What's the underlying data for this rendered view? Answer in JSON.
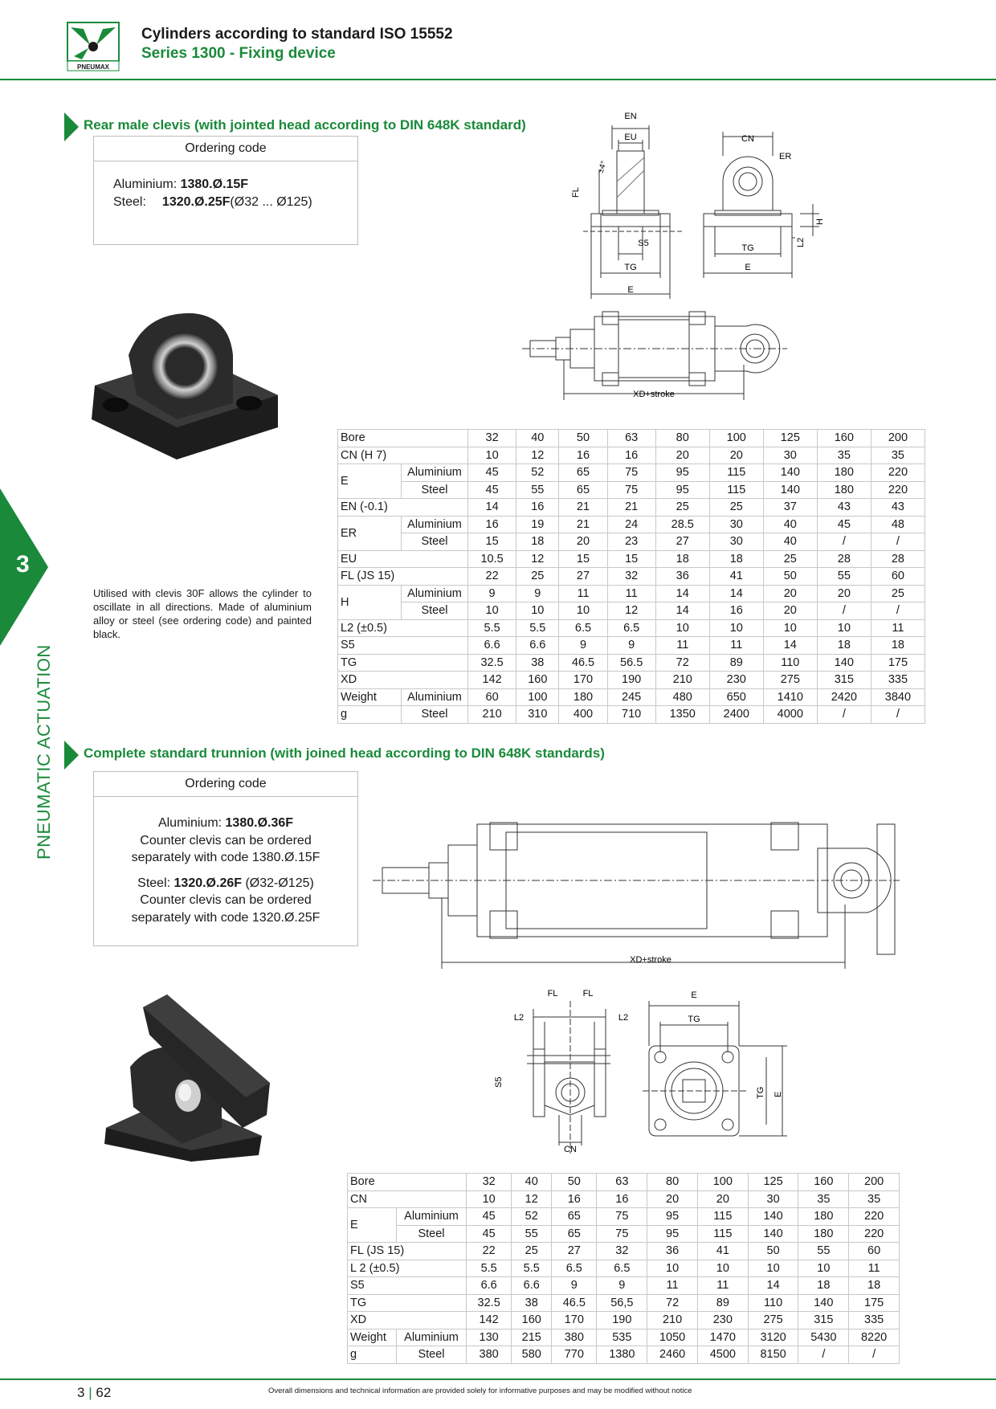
{
  "header": {
    "brand": "PNEUMAX",
    "title": "Cylinders according to standard ISO 15552",
    "subtitle": "Series 1300 - Fixing device"
  },
  "sidebar": {
    "chapter": "3",
    "label": "PNEUMATIC ACTUATION"
  },
  "section1": {
    "title": "Rear male clevis (with jointed head according to DIN 648K standard)",
    "ordering_header": "Ordering code",
    "alu_label": "Aluminium: ",
    "alu_code": "1380.Ø.15F",
    "steel_label": "Steel:",
    "steel_code": "1320.Ø.25F",
    "steel_range": "(Ø32 ... Ø125)",
    "description": "Utilised with clevis 30F allows the cylinder to oscillate in all directions. Made of aluminium alloy or steel (see ordering code) and painted black.",
    "drawing_labels": {
      "en": "EN",
      "eu": "EU",
      "cn": "CN",
      "er": "ER",
      "fl": "FL",
      "h": "H",
      "l2": "L2",
      "s5": "S5",
      "tg": "TG",
      "e": "E",
      "angle": "±4°",
      "xd": "XD+stroke"
    },
    "table": {
      "bores": [
        "32",
        "40",
        "50",
        "63",
        "80",
        "100",
        "125",
        "160",
        "200"
      ],
      "rows": [
        {
          "label": "Bore",
          "sub": "",
          "values": [
            "32",
            "40",
            "50",
            "63",
            "80",
            "100",
            "125",
            "160",
            "200"
          ]
        },
        {
          "label": "CN (H 7)",
          "sub": "",
          "values": [
            "10",
            "12",
            "16",
            "16",
            "20",
            "20",
            "30",
            "35",
            "35"
          ]
        },
        {
          "label": "E",
          "sub": "Aluminium",
          "values": [
            "45",
            "52",
            "65",
            "75",
            "95",
            "115",
            "140",
            "180",
            "220"
          ]
        },
        {
          "label": "",
          "sub": "Steel",
          "values": [
            "45",
            "55",
            "65",
            "75",
            "95",
            "115",
            "140",
            "180",
            "220"
          ]
        },
        {
          "label": "EN (-0.1)",
          "sub": "",
          "values": [
            "14",
            "16",
            "21",
            "21",
            "25",
            "25",
            "37",
            "43",
            "43"
          ]
        },
        {
          "label": "ER",
          "sub": "Aluminium",
          "values": [
            "16",
            "19",
            "21",
            "24",
            "28.5",
            "30",
            "40",
            "45",
            "48"
          ]
        },
        {
          "label": "",
          "sub": "Steel",
          "values": [
            "15",
            "18",
            "20",
            "23",
            "27",
            "30",
            "40",
            "/",
            "/"
          ]
        },
        {
          "label": "EU",
          "sub": "",
          "values": [
            "10.5",
            "12",
            "15",
            "15",
            "18",
            "18",
            "25",
            "28",
            "28"
          ]
        },
        {
          "label": "FL (JS 15)",
          "sub": "",
          "values": [
            "22",
            "25",
            "27",
            "32",
            "36",
            "41",
            "50",
            "55",
            "60"
          ]
        },
        {
          "label": "H",
          "sub": "Aluminium",
          "values": [
            "9",
            "9",
            "11",
            "11",
            "14",
            "14",
            "20",
            "20",
            "25"
          ]
        },
        {
          "label": "",
          "sub": "Steel",
          "values": [
            "10",
            "10",
            "10",
            "12",
            "14",
            "16",
            "20",
            "/",
            "/"
          ]
        },
        {
          "label": "L2 (±0.5)",
          "sub": "",
          "values": [
            "5.5",
            "5.5",
            "6.5",
            "6.5",
            "10",
            "10",
            "10",
            "10",
            "11"
          ]
        },
        {
          "label": "S5",
          "sub": "",
          "values": [
            "6.6",
            "6.6",
            "9",
            "9",
            "11",
            "11",
            "14",
            "18",
            "18"
          ]
        },
        {
          "label": "TG",
          "sub": "",
          "values": [
            "32.5",
            "38",
            "46.5",
            "56.5",
            "72",
            "89",
            "110",
            "140",
            "175"
          ]
        },
        {
          "label": "XD",
          "sub": "",
          "values": [
            "142",
            "160",
            "170",
            "190",
            "210",
            "230",
            "275",
            "315",
            "335"
          ]
        },
        {
          "label": "Weight",
          "sub": "Aluminium",
          "values": [
            "60",
            "100",
            "180",
            "245",
            "480",
            "650",
            "1410",
            "2420",
            "3840"
          ]
        },
        {
          "label": "g",
          "sub": "Steel",
          "values": [
            "210",
            "310",
            "400",
            "710",
            "1350",
            "2400",
            "4000",
            "/",
            "/"
          ]
        }
      ]
    }
  },
  "section2": {
    "title": "Complete standard trunnion (with joined head according to DIN 648K standards)",
    "ordering_header": "Ordering code",
    "alu_label": "Aluminium: ",
    "alu_code": "1380.Ø.36F",
    "alu_note1": "Counter clevis can be ordered",
    "alu_note2": "separately with code 1380.Ø.15F",
    "steel_label": "Steel: ",
    "steel_code": "1320.Ø.26F",
    "steel_range": " (Ø32-Ø125)",
    "steel_note1": "Counter clevis can be ordered",
    "steel_note2": "separately with code 1320.Ø.25F",
    "drawing_labels": {
      "xd": "XD+stroke",
      "fl": "FL",
      "l2": "L2",
      "s5": "S5",
      "cn": "CN",
      "e": "E",
      "tg": "TG"
    },
    "table": {
      "rows": [
        {
          "label": "Bore",
          "sub": "",
          "values": [
            "32",
            "40",
            "50",
            "63",
            "80",
            "100",
            "125",
            "160",
            "200"
          ]
        },
        {
          "label": "CN",
          "sub": "",
          "values": [
            "10",
            "12",
            "16",
            "16",
            "20",
            "20",
            "30",
            "35",
            "35"
          ]
        },
        {
          "label": "E",
          "sub": "Aluminium",
          "values": [
            "45",
            "52",
            "65",
            "75",
            "95",
            "115",
            "140",
            "180",
            "220"
          ]
        },
        {
          "label": "",
          "sub": "Steel",
          "values": [
            "45",
            "55",
            "65",
            "75",
            "95",
            "115",
            "140",
            "180",
            "220"
          ]
        },
        {
          "label": "FL (JS 15)",
          "sub": "",
          "values": [
            "22",
            "25",
            "27",
            "32",
            "36",
            "41",
            "50",
            "55",
            "60"
          ]
        },
        {
          "label": "L 2 (±0.5)",
          "sub": "",
          "values": [
            "5.5",
            "5.5",
            "6.5",
            "6.5",
            "10",
            "10",
            "10",
            "10",
            "11"
          ]
        },
        {
          "label": "S5",
          "sub": "",
          "values": [
            "6.6",
            "6.6",
            "9",
            "9",
            "11",
            "11",
            "14",
            "18",
            "18"
          ]
        },
        {
          "label": "TG",
          "sub": "",
          "values": [
            "32.5",
            "38",
            "46.5",
            "56,5",
            "72",
            "89",
            "110",
            "140",
            "175"
          ]
        },
        {
          "label": "XD",
          "sub": "",
          "values": [
            "142",
            "160",
            "170",
            "190",
            "210",
            "230",
            "275",
            "315",
            "335"
          ]
        },
        {
          "label": "Weight",
          "sub": "Aluminium",
          "values": [
            "130",
            "215",
            "380",
            "535",
            "1050",
            "1470",
            "3120",
            "5430",
            "8220"
          ]
        },
        {
          "label": "g",
          "sub": "Steel",
          "values": [
            "380",
            "580",
            "770",
            "1380",
            "2460",
            "4500",
            "8150",
            "/",
            "/"
          ]
        }
      ]
    }
  },
  "footer": {
    "page_chapter": "3",
    "page_number": "62",
    "disclaimer": "Overall dimensions and technical information are provided solely for informative purposes and may be modified without notice"
  }
}
